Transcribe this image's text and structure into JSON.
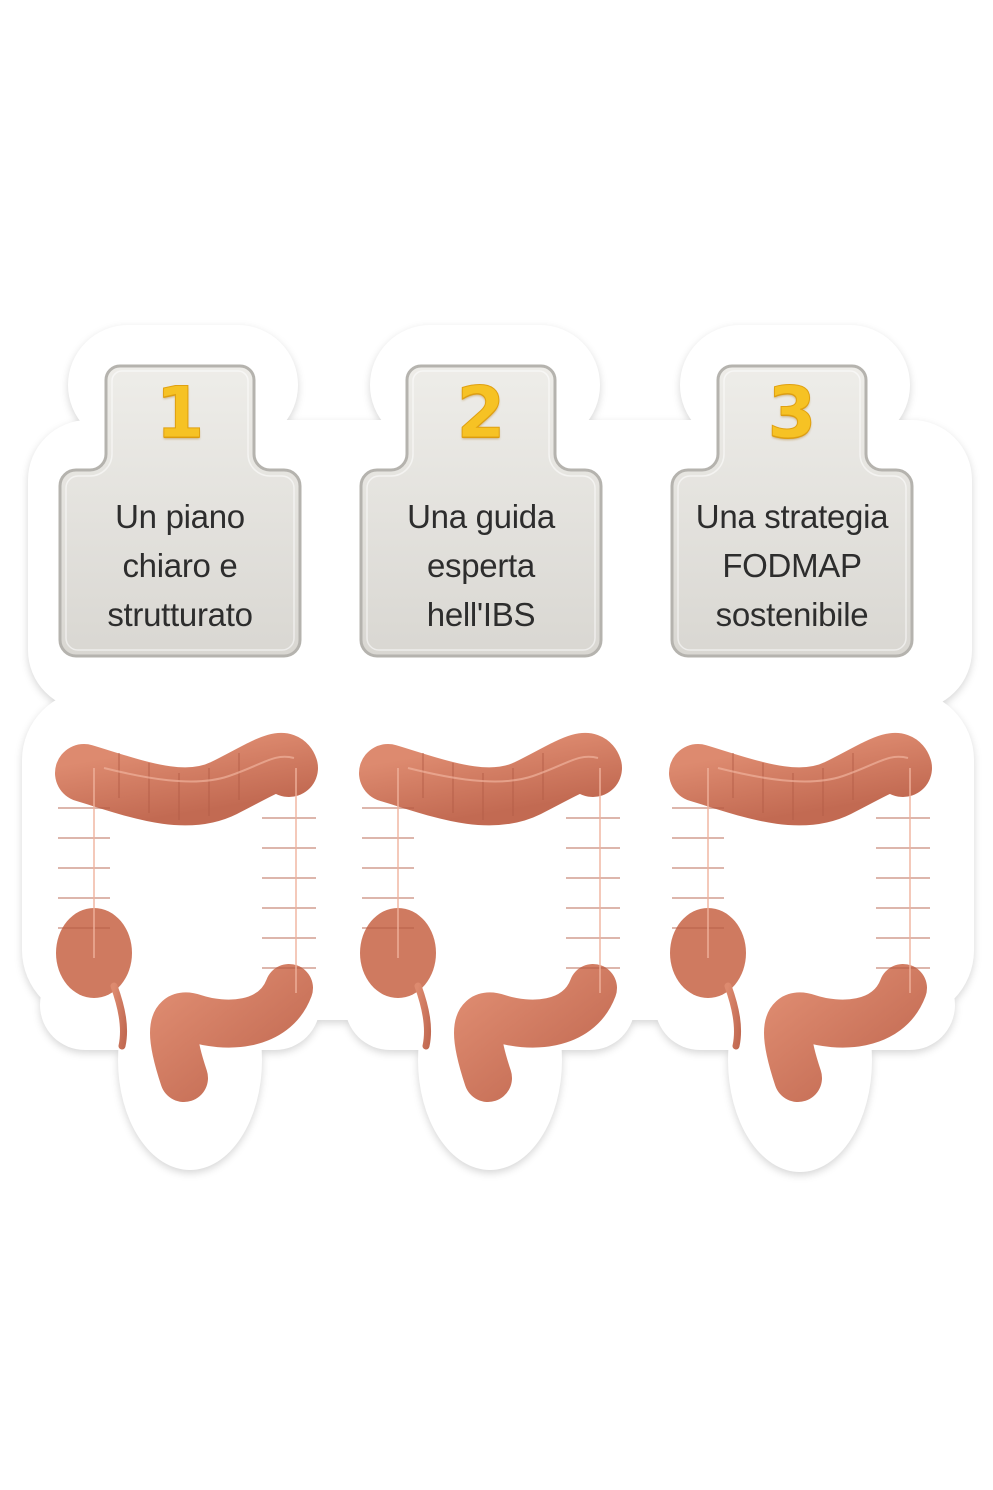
{
  "colors": {
    "card_fill_top": "#ecebe7",
    "card_fill_bottom": "#d8d6d1",
    "card_border": "#b7b5b0",
    "number": "#f6c224",
    "text": "#2d2d2d",
    "colon": "#cf7c62",
    "colon_dark": "#b5624a",
    "background": "#ffffff"
  },
  "cards": [
    {
      "number": "1",
      "lines": [
        "Un piano",
        "chiaro e",
        "strutturato"
      ]
    },
    {
      "number": "2",
      "lines": [
        "Una guida",
        "esperta",
        "hell'IBS"
      ]
    },
    {
      "number": "3",
      "lines": [
        "Una strategia",
        "FODMAP",
        "sostenibile"
      ]
    }
  ],
  "illustrations": [
    {
      "icon": "large-intestine-colon-icon"
    },
    {
      "icon": "large-intestine-colon-icon"
    },
    {
      "icon": "large-intestine-colon-icon"
    }
  ]
}
